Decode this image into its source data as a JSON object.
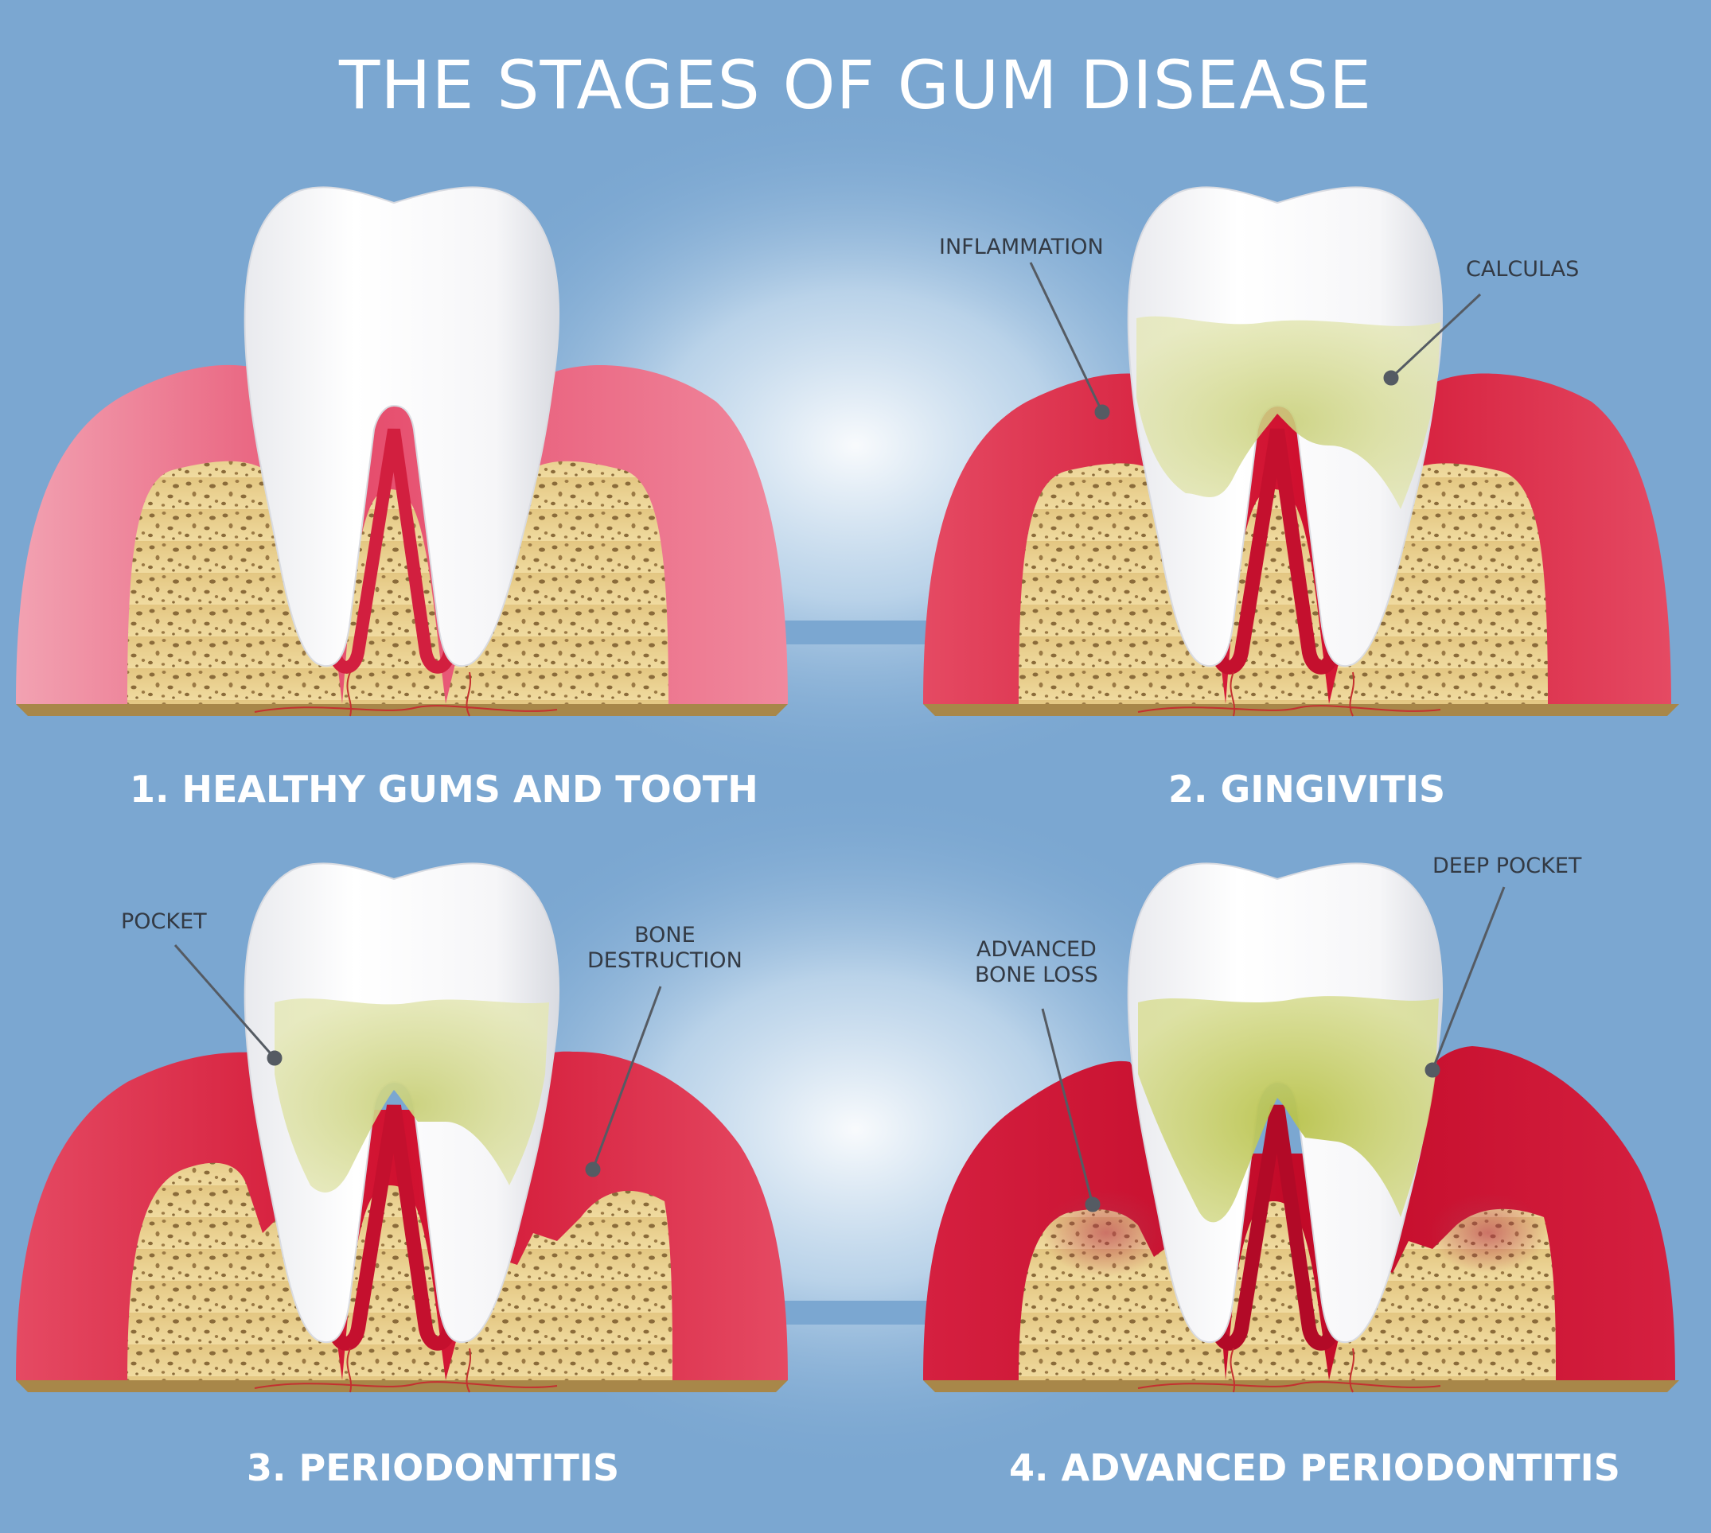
{
  "title": "THE STAGES OF GUM DISEASE",
  "colors": {
    "background": "#7ba7d1",
    "gum_healthy": "#ef8aa0",
    "gum_inflamed": "#d81b3b",
    "bone": "#e7cf8c",
    "tooth": "#ffffff",
    "calculus": "#d6dd8a"
  },
  "stages": [
    {
      "caption": "1. HEALTHY GUMS AND TOOTH",
      "labels": []
    },
    {
      "caption": "2. GINGIVITIS",
      "labels": [
        "INFLAMMATION",
        "CALCULAS"
      ]
    },
    {
      "caption": "3. PERIODONTITIS",
      "labels": [
        "POCKET",
        "BONE\nDESTRUCTION"
      ]
    },
    {
      "caption": "4. ADVANCED PERIODONTITIS",
      "labels": [
        "ADVANCED\nBONE LOSS",
        "DEEP POCKET"
      ]
    }
  ]
}
